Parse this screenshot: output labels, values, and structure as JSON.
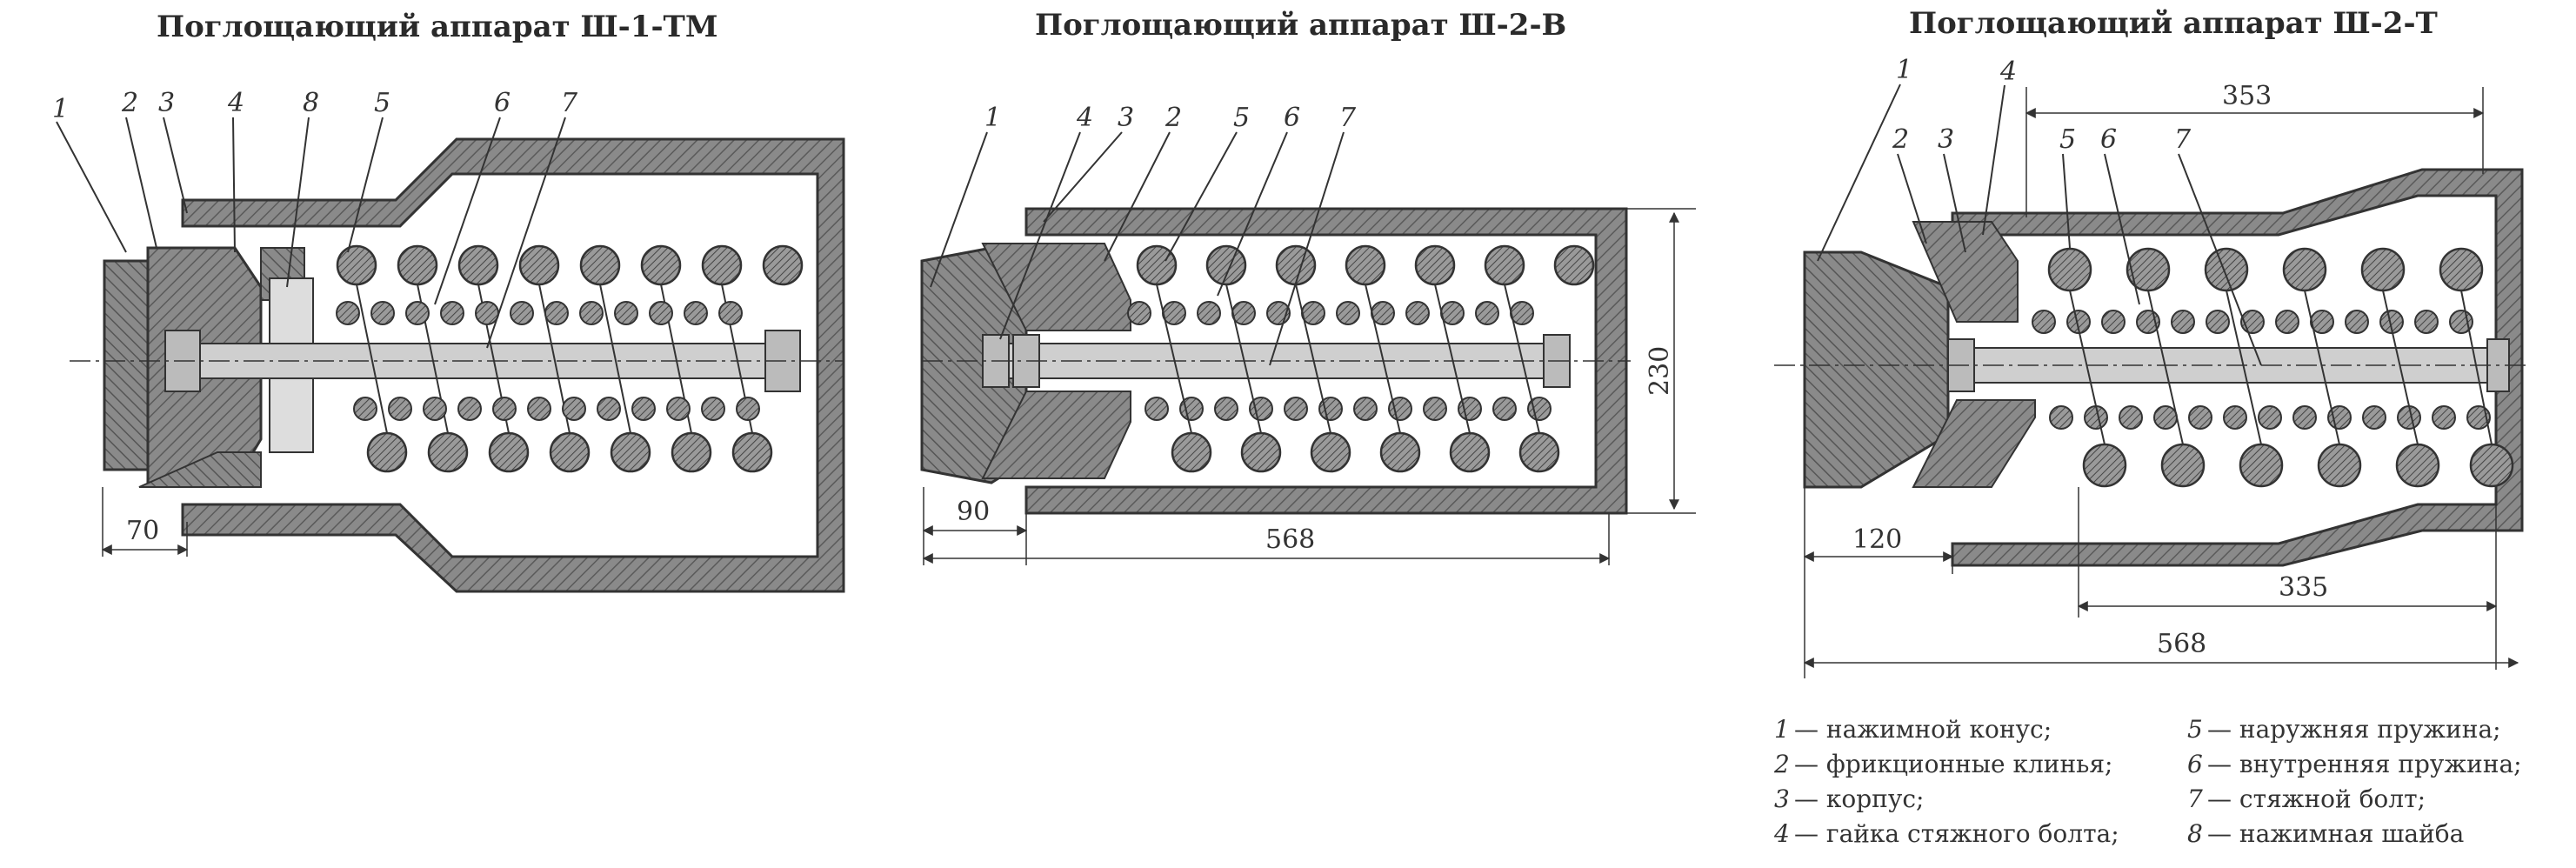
{
  "titles": {
    "left": "Поглощающий аппарат Ш-1-ТМ",
    "middle": "Поглощающий аппарат Ш-2-В",
    "right": "Поглощающий аппарат Ш-2-Т"
  },
  "callouts": {
    "left": [
      "1",
      "2",
      "3",
      "4",
      "8",
      "5",
      "6",
      "7"
    ],
    "middle": [
      "1",
      "4",
      "3",
      "2",
      "5",
      "6",
      "7"
    ],
    "right": [
      "1",
      "4",
      "2",
      "3",
      "5",
      "6",
      "7"
    ]
  },
  "dimensions": {
    "left_70": "70",
    "middle_90": "90",
    "middle_568": "568",
    "middle_230": "230",
    "right_353": "353",
    "right_120": "120",
    "right_335": "335",
    "right_568": "568"
  },
  "legend": [
    {
      "num": "1",
      "text": "— нажимной конус;"
    },
    {
      "num": "2",
      "text": "— фрикционные клинья;"
    },
    {
      "num": "3",
      "text": "— корпус;"
    },
    {
      "num": "4",
      "text": "— гайка стяжного болта;"
    },
    {
      "num": "5",
      "text": "— наружняя пружина;"
    },
    {
      "num": "6",
      "text": "— внутренняя пружина;"
    },
    {
      "num": "7",
      "text": "— стяжной болт;"
    },
    {
      "num": "8",
      "text": "— нажимная шайба"
    }
  ],
  "colors": {
    "body_gray": "#7a7a7a",
    "hatch": "#5a5a5a",
    "line": "#333333",
    "spring_fill": "#9a9a9a"
  }
}
